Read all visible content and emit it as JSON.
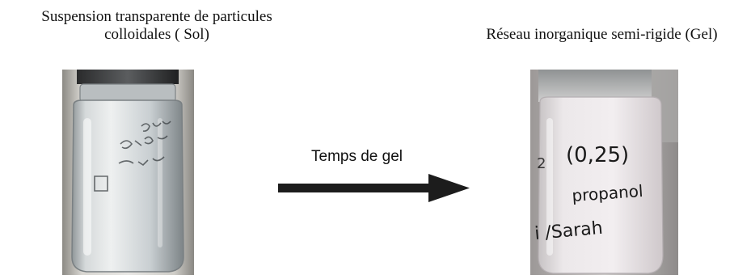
{
  "captions": {
    "sol_line1": "Suspension transparente de particules",
    "sol_line2": "colloidales ( Sol)",
    "gel": "Réseau inorganique semi-rigide (Gel)"
  },
  "arrow": {
    "label": "Temps de gel"
  },
  "vial_labels": {
    "gel_line1": "(0,25)",
    "gel_line2": "propanol",
    "gel_line3": "i /Sarah"
  },
  "colors": {
    "background": "#ffffff",
    "arrow": "#1c1c1c",
    "sol_liquid": "#c9cfd2",
    "gel_liquid": "#ece6ea"
  }
}
